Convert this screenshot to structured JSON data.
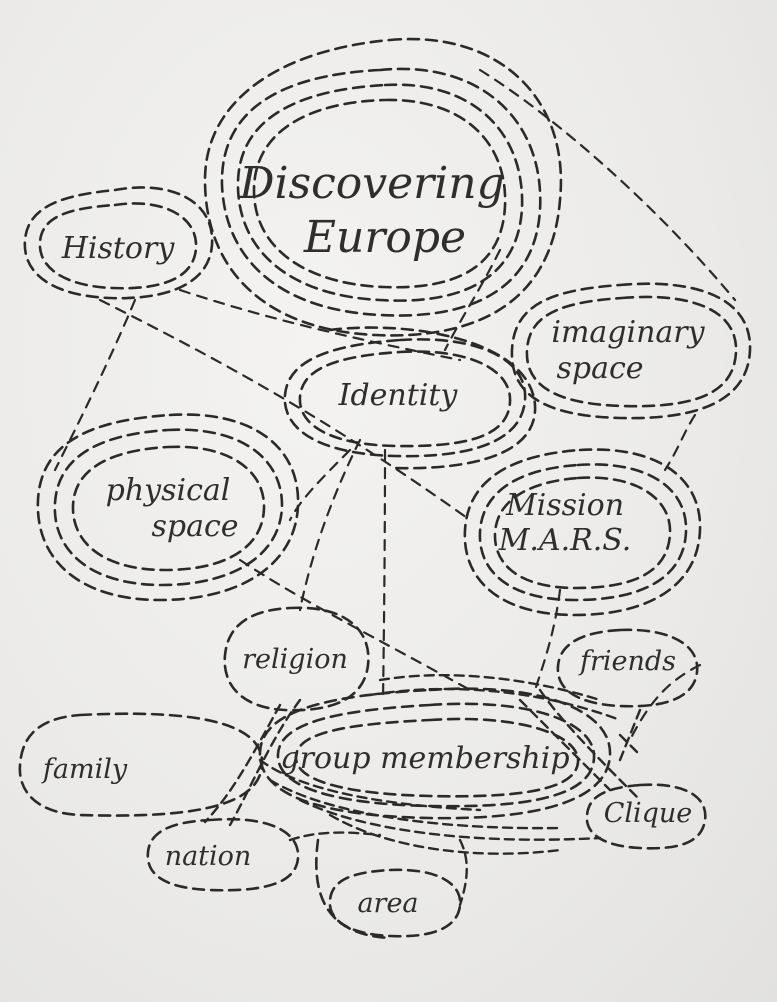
{
  "colors": {
    "ink": "#2a2a2a",
    "paper": "#ecebea"
  },
  "nodes": {
    "discovering_europe": {
      "line1": "Discovering",
      "line2": "Europe"
    },
    "history": {
      "label": "History"
    },
    "imaginary_space": {
      "line1": "imaginary",
      "line2": "space"
    },
    "identity": {
      "label": "Identity"
    },
    "physical_space": {
      "line1": "physical",
      "line2": "space"
    },
    "mission_mars": {
      "line1": "Mission",
      "line2": "M.A.R.S."
    },
    "religion": {
      "label": "religion"
    },
    "friends": {
      "label": "friends"
    },
    "family": {
      "label": "family"
    },
    "group_membership": {
      "label": "group membership"
    },
    "clique": {
      "label": "Clique"
    },
    "nation": {
      "label": "nation"
    },
    "area": {
      "label": "area"
    }
  }
}
